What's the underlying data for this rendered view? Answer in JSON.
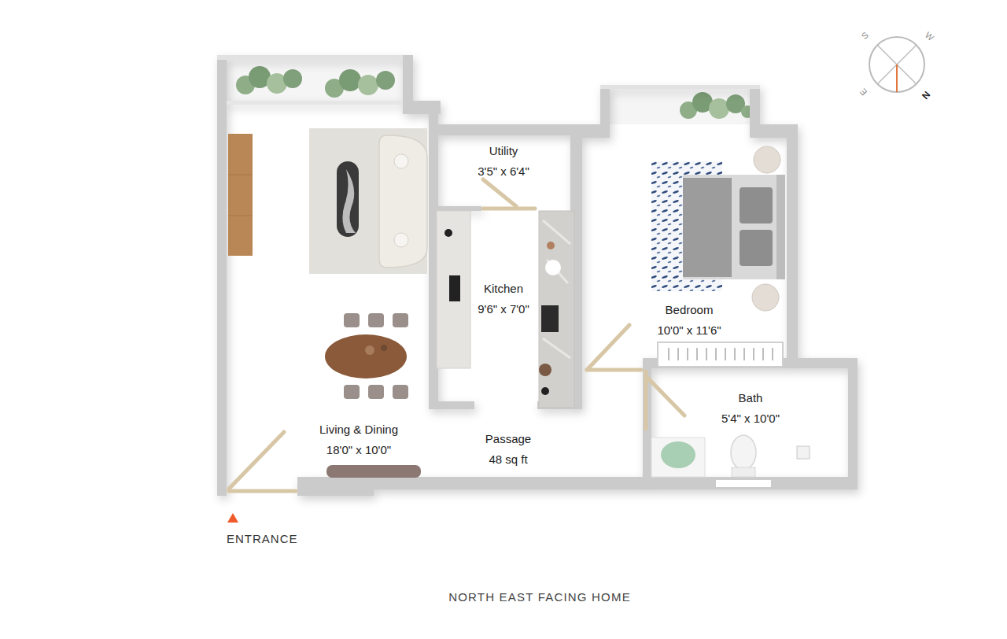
{
  "diagram": {
    "caption": "NORTH EAST FACING HOME",
    "nodes": [
      {
        "text": [
          "Utility",
          "3'5\" x 6'4\""
        ]
      },
      {
        "text": [
          "Kitchen",
          "9'6\" x 7'0\""
        ]
      },
      {
        "text": [
          "Bedroom",
          "10'0\" x 11'6\""
        ]
      },
      {
        "text": [
          "Bath",
          "5'4\" x 10'0\""
        ]
      },
      {
        "text": [
          "Living & Dining",
          "18'0\" x 10'0\""
        ]
      },
      {
        "text": [
          "Passage",
          "48 sq ft"
        ]
      }
    ],
    "labels": [
      "S",
      "W",
      "E",
      "N",
      "ENTRANCE"
    ]
  }
}
